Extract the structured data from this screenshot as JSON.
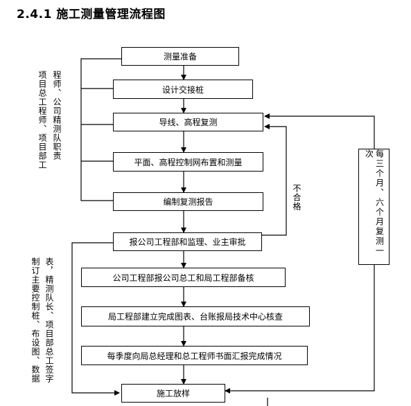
{
  "title": "2.4.1  施工测量管理流程图",
  "boxes": {
    "prep": "测量准备",
    "handover": "设计交接桩",
    "traverse": "导线、高程复测",
    "network": "平面、高程控制网布置和测量",
    "report": "编制复测报告",
    "submit": "报公司工程部和监理、业主审批",
    "record": "公司工程部报公司总工和局工程部备核",
    "check": "局工程部建立完成图表、台账报局技术中心核查",
    "quarterly": "每季度向局总经理和总工程师书面汇报完成情况",
    "layout": "施工放样"
  },
  "labels": {
    "top_left_col1": "项目总工程师、项目部工",
    "top_left_col2": "程师、公司精测队职责",
    "bottom_left_col1": "制订主要控制桩、布设图、数据",
    "bottom_left_col2": "表，精测队长、项目部总工签字",
    "fail": "不合格",
    "recheck": "每三个月、六个月复测一次"
  }
}
